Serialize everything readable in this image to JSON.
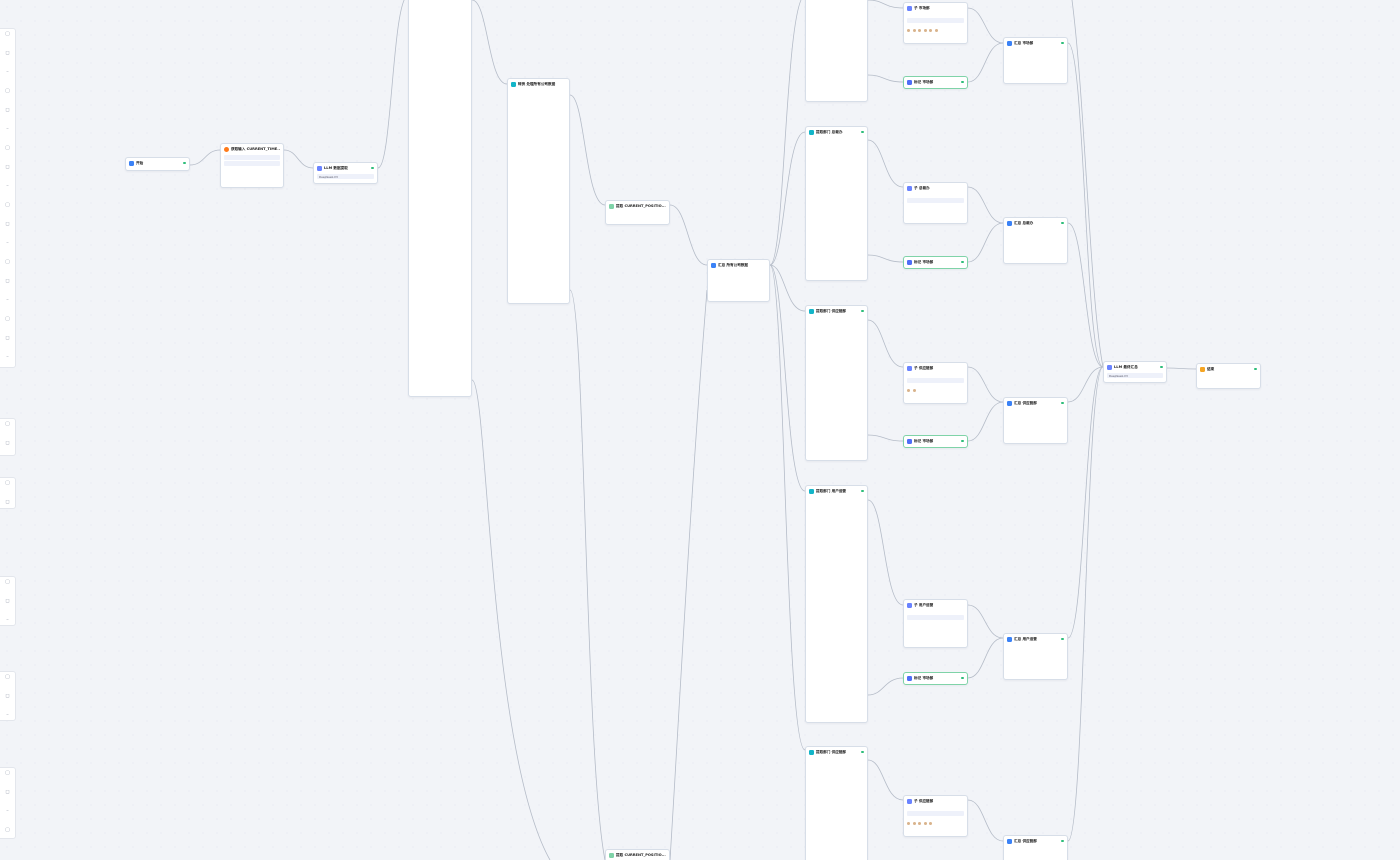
{
  "colors": {
    "llm": "#4f6ef7",
    "code": "#13b5c8",
    "tool": "#ff7a1a",
    "start": "#3b82f6",
    "end": "#f5a524",
    "agg": "#6a83ff",
    "ok": "#2ebd7a",
    "edge": "#b5bcc8"
  },
  "icons": [
    "hand-icon",
    "lock-icon",
    "undo-icon",
    "redo-icon",
    "layout-icon",
    "fit-icon",
    "plus-icon",
    "minus-icon"
  ],
  "start": {
    "title": "开始"
  },
  "time": {
    "title": "获取输入 CURRENT_TIME..."
  },
  "agent": {
    "title": "LLM 数据提取",
    "chip": "DeepSeek-V3"
  },
  "conv": {
    "title": "转换 处理所有公司数据"
  },
  "pos1": {
    "title": "提取 CURRENT_POSITIO..."
  },
  "pos2": {
    "title": "提取 CURRENT_POSITIO..."
  },
  "hub": {
    "title": "汇总 所有公司数据"
  },
  "col": [
    {
      "title": "提取部门 市场部"
    },
    {
      "title": "提取部门 总裁办"
    },
    {
      "title": "提取部门 供应链部"
    },
    {
      "title": "提取部门 用户运营"
    },
    {
      "title": "提取部门 供应链部"
    }
  ],
  "sub": [
    {
      "title": "子 市场部"
    },
    {
      "title": "子 总裁办"
    },
    {
      "title": "子 供应链部"
    },
    {
      "title": "子 用户运营"
    },
    {
      "title": "子 供应链部"
    }
  ],
  "tag": {
    "title": "标记 市场部"
  },
  "agg": [
    {
      "title": "汇总 市场部"
    },
    {
      "title": "汇总 总裁办"
    },
    {
      "title": "汇总 供应链部"
    },
    {
      "title": "汇总 用户运营"
    },
    {
      "title": "汇总 供应链部"
    }
  ],
  "merge": {
    "title": "LLM 最终汇总",
    "chip": "DeepSeek-V3"
  },
  "end": {
    "title": "结束"
  }
}
